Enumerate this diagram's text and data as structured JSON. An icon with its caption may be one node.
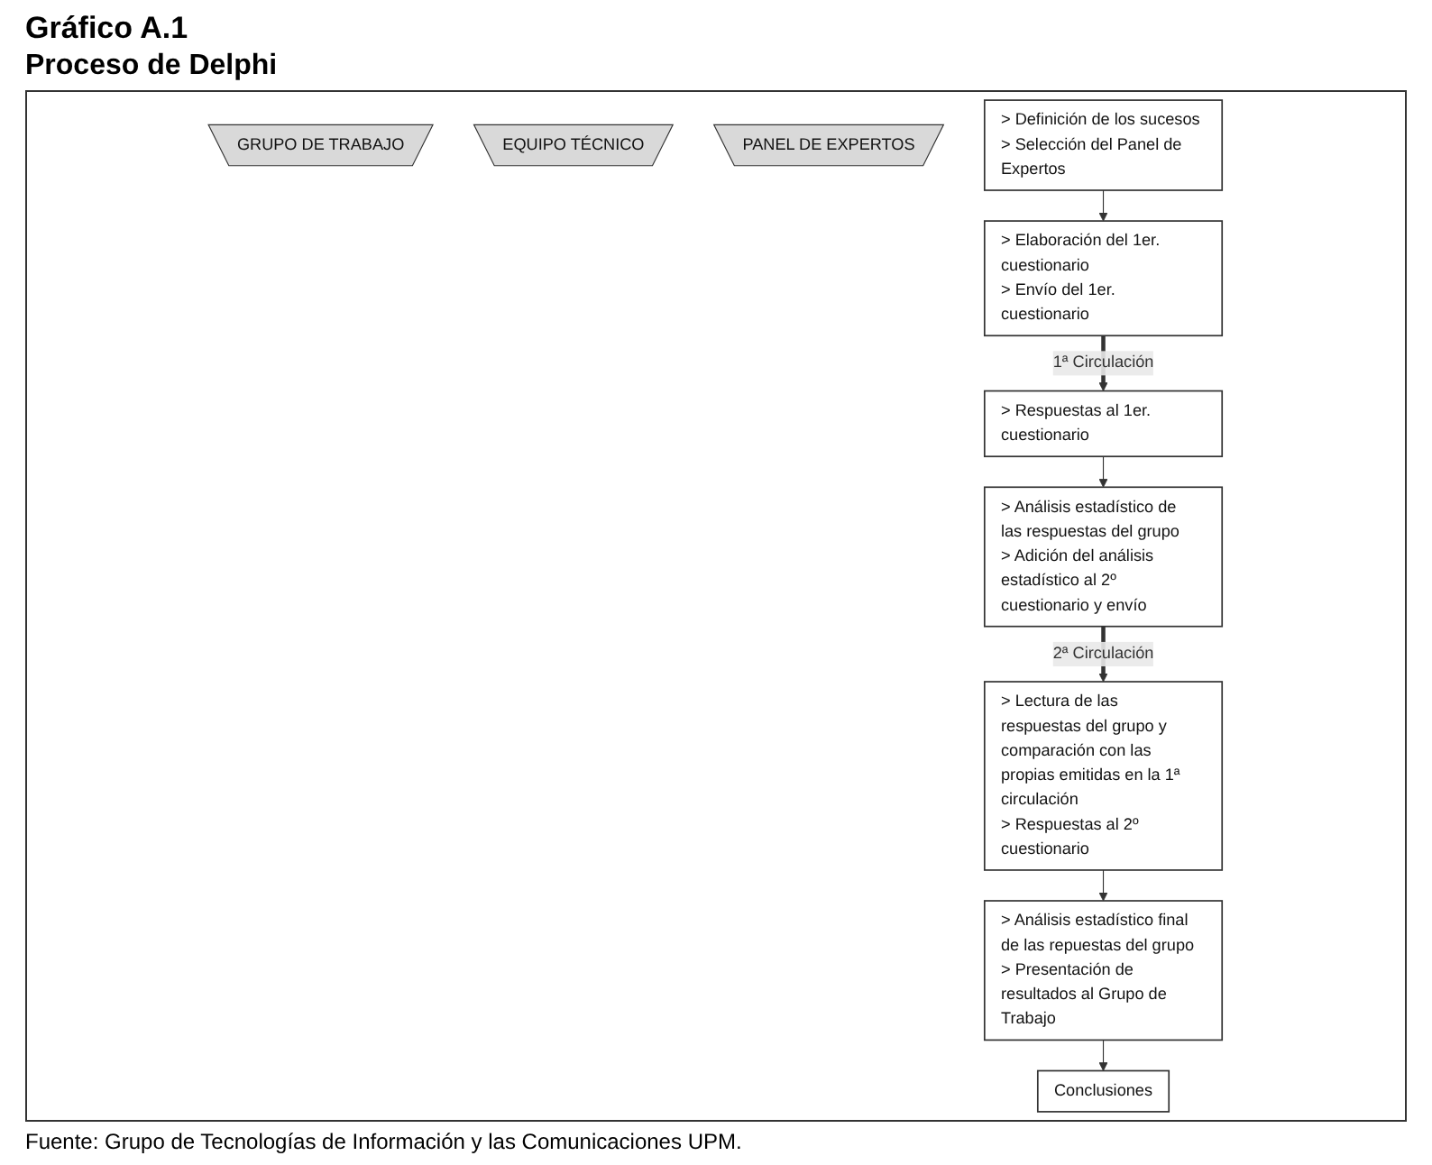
{
  "diagram": {
    "title": "Gráfico A.1",
    "labels": [
      "Proceso de Delphi"
    ],
    "caption": "Fuente: Grupo de Tecnologías de Información y las Comunicaciones UPM.",
    "nodes": [
      {
        "text": [
          "GRUPO DE TRABAJO"
        ]
      },
      {
        "text": [
          "EQUIPO TÉCNICO"
        ]
      },
      {
        "text": [
          "PANEL DE EXPERTOS"
        ]
      },
      {
        "text": [
          "> Definición de los sucesos",
          "> Selección del Panel de Expertos"
        ]
      },
      {
        "text": [
          "> Elaboración del 1er. cuestionario",
          "> Envío del 1er. cuestionario"
        ]
      },
      {
        "text": [
          "> Respuestas al 1er. cuestionario"
        ]
      },
      {
        "text": [
          "> Análisis estadístico de las respuestas del grupo",
          "> Adición del análisis estadístico al 2º cuestionario y envío"
        ]
      },
      {
        "text": [
          "> Lectura de las respuestas del grupo y comparación con las propias emitidas en la 1ª circulación",
          "> Respuestas al 2º cuestionario"
        ]
      },
      {
        "text": [
          "> Análisis estadístico final de las repuestas del grupo",
          "> Presentación de resultados al Grupo de Trabajo"
        ]
      },
      {
        "text": [
          "Conclusiones"
        ]
      }
    ],
    "edges": [
      {
        "from": 3,
        "to": 4,
        "arrow": "to"
      },
      {
        "from": 4,
        "to": 5,
        "arrow": "to",
        "label": "1ª Circulación",
        "style": "thick"
      },
      {
        "from": 5,
        "to": 6,
        "arrow": "to"
      },
      {
        "from": 6,
        "to": 7,
        "arrow": "to",
        "label": "2ª Circulación",
        "style": "thick"
      },
      {
        "from": 7,
        "to": 8,
        "arrow": "to"
      },
      {
        "from": 8,
        "to": 9,
        "arrow": "to"
      }
    ]
  }
}
